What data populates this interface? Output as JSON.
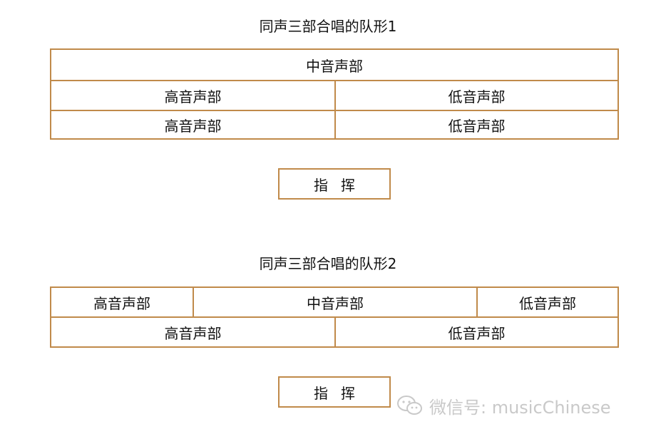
{
  "formation1": {
    "title": "同声三部合唱的队形1",
    "row1": [
      "中音声部"
    ],
    "row2": [
      "高音声部",
      "低音声部"
    ],
    "row3": [
      "高音声部",
      "低音声部"
    ],
    "conductor": "指挥"
  },
  "formation2": {
    "title": "同声三部合唱的队形2",
    "row1": [
      "高音声部",
      "中音声部",
      "低音声部"
    ],
    "row2": [
      "高音声部",
      "低音声部"
    ],
    "conductor": "指挥"
  },
  "watermark": {
    "text": "微信号: musicChinese",
    "icon": "wechat-logo-icon"
  },
  "colors": {
    "border": "#c08a4a",
    "text": "#111111",
    "watermark": "#c9c9c9"
  }
}
